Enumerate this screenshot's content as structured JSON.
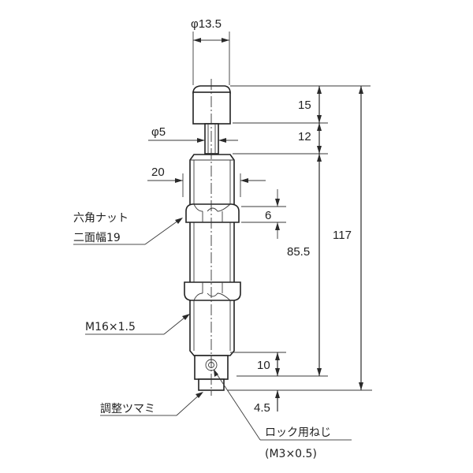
{
  "drawing": {
    "title": "Shock absorber dimensional drawing",
    "line_color": "#222222",
    "background": "#ffffff"
  },
  "dimensions": {
    "head_diameter": "φ13.5",
    "rod_diameter": "φ5",
    "body_width": "20",
    "head_length": "15",
    "rod_length": "12",
    "nut_thickness": "6",
    "body_length": "85.5",
    "overall_length": "117",
    "lock_section_length": "10",
    "knob_length": "4.5"
  },
  "labels": {
    "hex_nut_line1": "六角ナット",
    "hex_nut_line2": "二面幅19",
    "thread": "M16×1.5",
    "adjust_knob": "調整ツマミ",
    "lock_screw_line1": "ロック用ねじ",
    "lock_screw_line2": "(M3×0.5)"
  }
}
